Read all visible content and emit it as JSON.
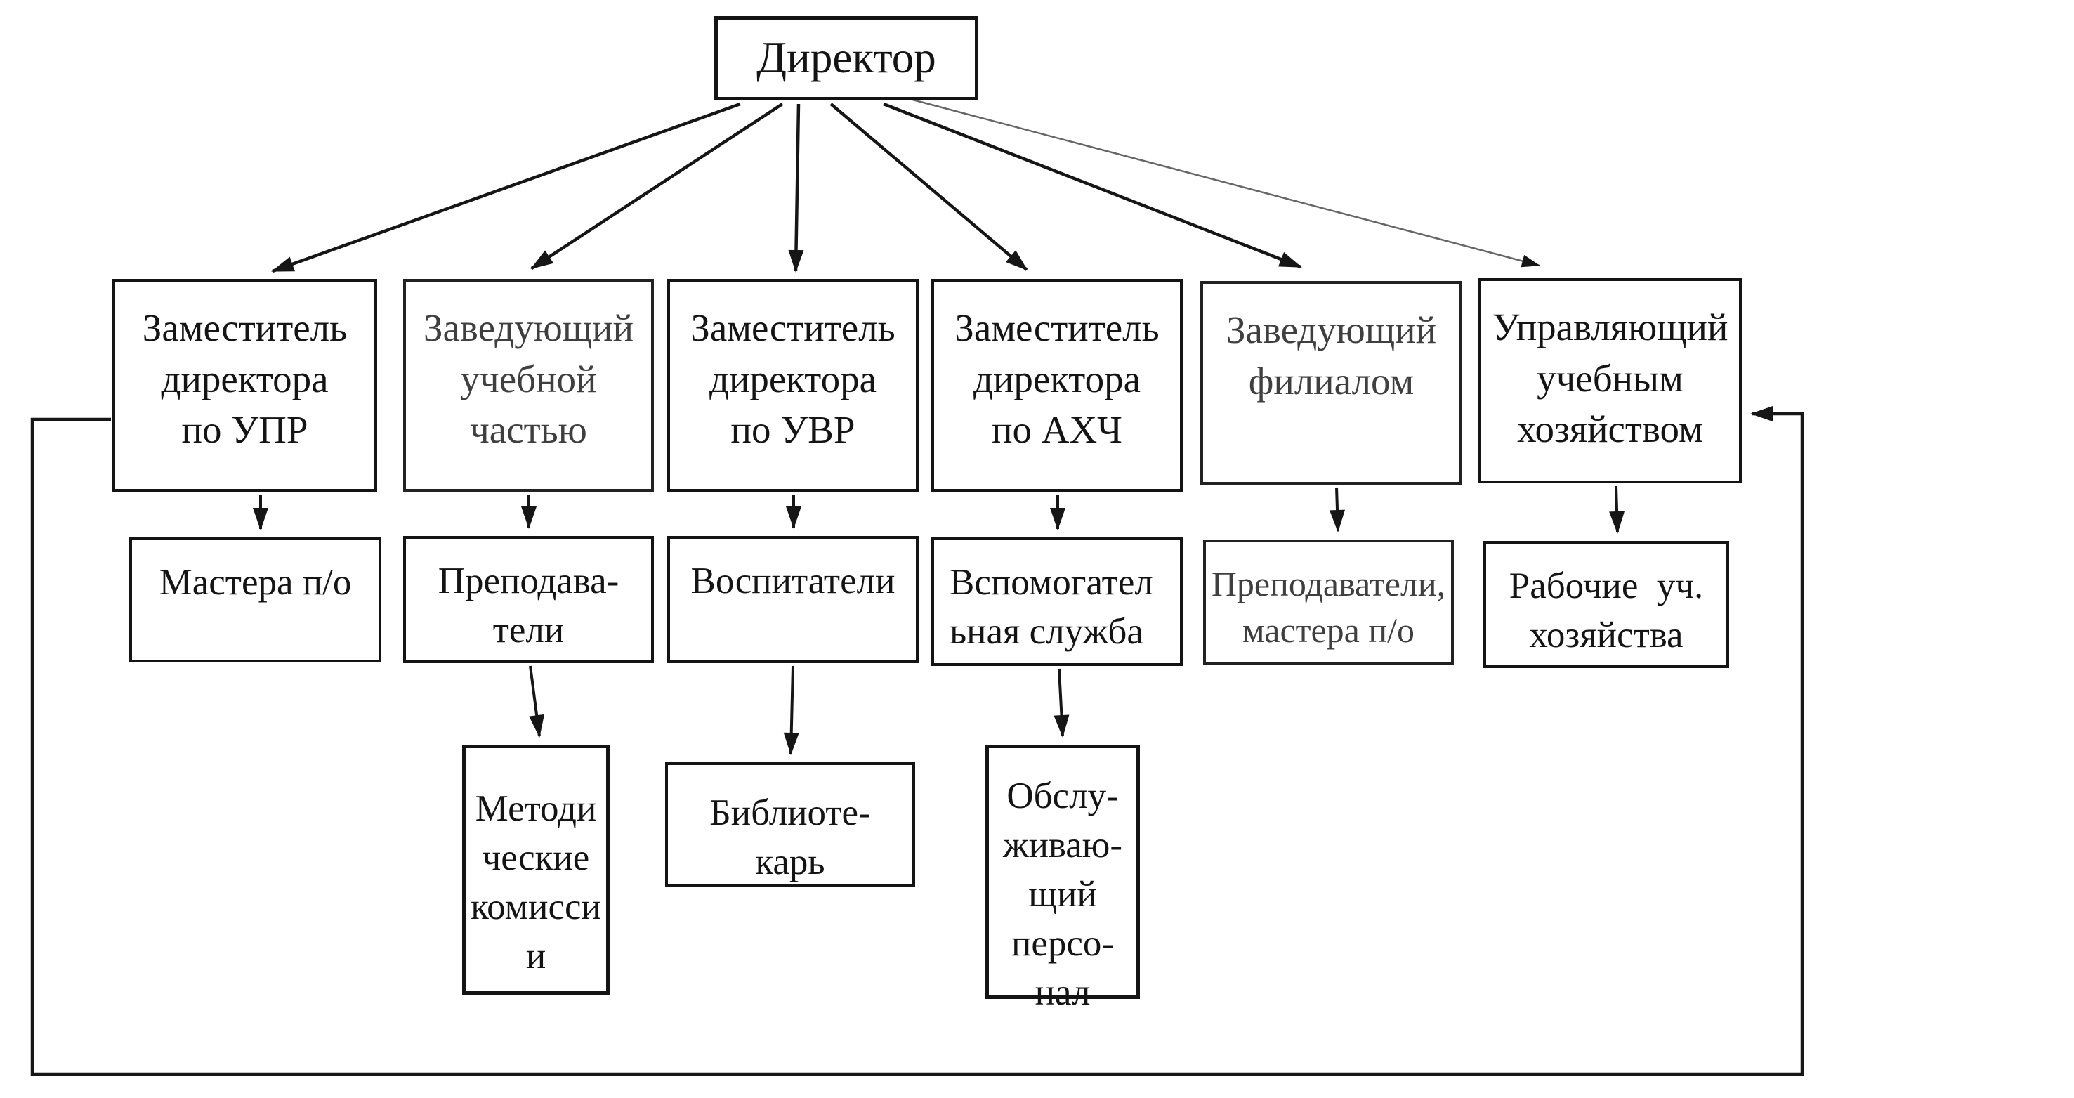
{
  "diagram": {
    "type": "org-chart",
    "language": "ru",
    "colors": {
      "background": "#ffffff",
      "ink": "#141414",
      "soft_ink": "#3f3f3f",
      "line": "#161616",
      "thin_line": "#666666"
    },
    "nodes": {
      "director": {
        "id": "director",
        "label": "Директор"
      },
      "level2": [
        {
          "id": "zam-direktora-po-upr",
          "label": "Заместитель\nдиректора\nпо УПР"
        },
        {
          "id": "zav-uchebnoy-chastyu",
          "label": "Заведующий\nучебной\nчастью"
        },
        {
          "id": "zam-direktora-po-uvr",
          "label": "Заместитель\nдиректора\nпо УВР"
        },
        {
          "id": "zam-direktora-po-ahch",
          "label": "Заместитель\nдиректора\nпо АХЧ"
        },
        {
          "id": "zav-filialom",
          "label": "Заведующий\nфилиалом"
        },
        {
          "id": "upravlyayushchiy-uchhoz",
          "label": "Управляющий\nучебным\nхозяйством"
        }
      ],
      "level3": [
        {
          "id": "mastera-po",
          "label": "Мастера п/о"
        },
        {
          "id": "prepodavateli",
          "label": "Преподава-\nтели"
        },
        {
          "id": "vospitateli",
          "label": "Воспитатели"
        },
        {
          "id": "vspomogatelnaya-sluzhba",
          "label": "Вспомогател\nьная служба"
        },
        {
          "id": "prepodavateli-mastera-po",
          "label": "Преподаватели,\nмастера п/о"
        },
        {
          "id": "rabochie-uch-hozyaystva",
          "label": "Рабочие  уч.\nхозяйства"
        }
      ],
      "level4": [
        {
          "id": "metodicheskie-komissii",
          "label": "Методи\nческие\nкомисси\nи"
        },
        {
          "id": "bibliotekar",
          "label": "Библиоте-\nкарь"
        },
        {
          "id": "obsluzhivayushchiy-personal",
          "label": "Обслу-\nживаю-\nщий\nперсо-\nнал"
        }
      ]
    },
    "edges": [
      {
        "from": "director",
        "to": "zam-direktora-po-upr",
        "style": "arrow"
      },
      {
        "from": "director",
        "to": "zav-uchebnoy-chastyu",
        "style": "arrow"
      },
      {
        "from": "director",
        "to": "zam-direktora-po-uvr",
        "style": "arrow"
      },
      {
        "from": "director",
        "to": "zam-direktora-po-ahch",
        "style": "arrow"
      },
      {
        "from": "director",
        "to": "zav-filialom",
        "style": "arrow"
      },
      {
        "from": "director",
        "to": "upravlyayushchiy-uchhoz",
        "style": "thin-arrow"
      },
      {
        "from": "zam-direktora-po-upr",
        "to": "mastera-po",
        "style": "arrow"
      },
      {
        "from": "zav-uchebnoy-chastyu",
        "to": "prepodavateli",
        "style": "arrow"
      },
      {
        "from": "zam-direktora-po-uvr",
        "to": "vospitateli",
        "style": "arrow"
      },
      {
        "from": "zam-direktora-po-ahch",
        "to": "vspomogatelnaya-sluzhba",
        "style": "arrow"
      },
      {
        "from": "zav-filialom",
        "to": "prepodavateli-mastera-po",
        "style": "arrow"
      },
      {
        "from": "upravlyayushchiy-uchhoz",
        "to": "rabochie-uch-hozyaystva",
        "style": "arrow"
      },
      {
        "from": "prepodavateli",
        "to": "metodicheskie-komissii",
        "style": "arrow"
      },
      {
        "from": "vospitateli",
        "to": "bibliotekar",
        "style": "arrow"
      },
      {
        "from": "vspomogatelnaya-sluzhba",
        "to": "obsluzhivayushchiy-personal",
        "style": "arrow"
      },
      {
        "from": "zam-direktora-po-upr",
        "to": "upravlyayushchiy-uchhoz",
        "style": "perimeter-loop-arrow"
      }
    ]
  }
}
